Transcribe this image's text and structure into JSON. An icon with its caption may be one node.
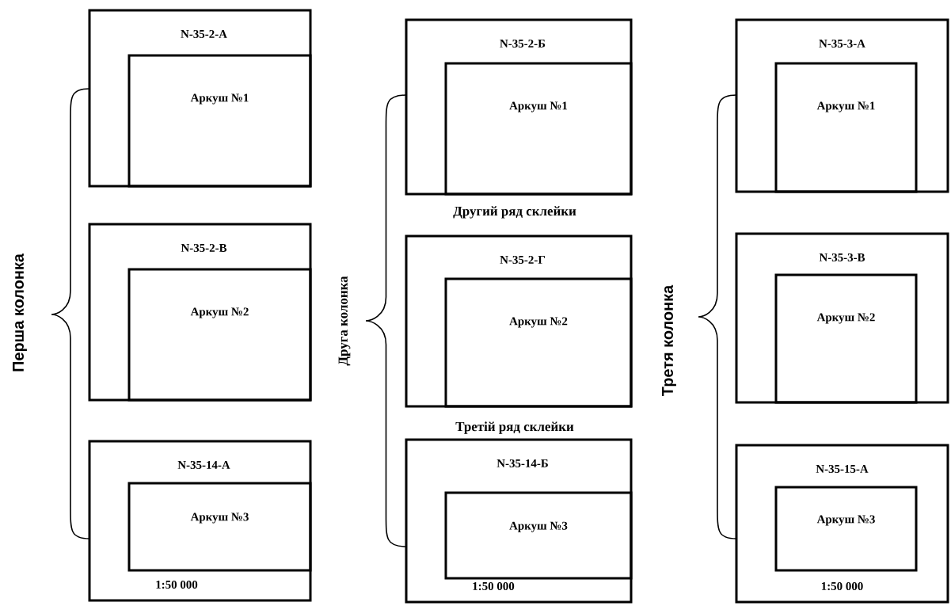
{
  "diagram": {
    "nodes": [
      {
        "text": [
          "N-35-2-А"
        ]
      },
      {
        "text": [
          "Аркуш №1"
        ],
        "in": 0
      },
      {
        "text": [
          "N-35-2-В"
        ]
      },
      {
        "text": [
          "Аркуш №2"
        ],
        "in": 2
      },
      {
        "text": [
          "N-35-14-А",
          "1:50 000"
        ]
      },
      {
        "text": [
          "Аркуш №3"
        ],
        "in": 4
      },
      {
        "text": [
          "N-35-2-Б"
        ]
      },
      {
        "text": [
          "Аркуш №1"
        ],
        "in": 6
      },
      {
        "text": [
          "N-35-2-Г"
        ]
      },
      {
        "text": [
          "Аркуш №2"
        ],
        "in": 8
      },
      {
        "text": [
          "N-35-14-Б",
          "1:50 000"
        ]
      },
      {
        "text": [
          "Аркуш №3"
        ],
        "in": 10
      },
      {
        "text": [
          "N-35-3-А"
        ]
      },
      {
        "text": [
          "Аркуш №1"
        ],
        "in": 12
      },
      {
        "text": [
          "N-35-3-В"
        ]
      },
      {
        "text": [
          "Аркуш №2"
        ],
        "in": 14
      },
      {
        "text": [
          "N-35-15-А",
          "1:50 000"
        ]
      },
      {
        "text": [
          "Аркуш №3"
        ],
        "in": 16
      }
    ],
    "labels": [
      "Перша колонка",
      "Друга колонка",
      "Третя колонка",
      "Другий ряд склейки",
      "Третій ряд склейки"
    ]
  }
}
